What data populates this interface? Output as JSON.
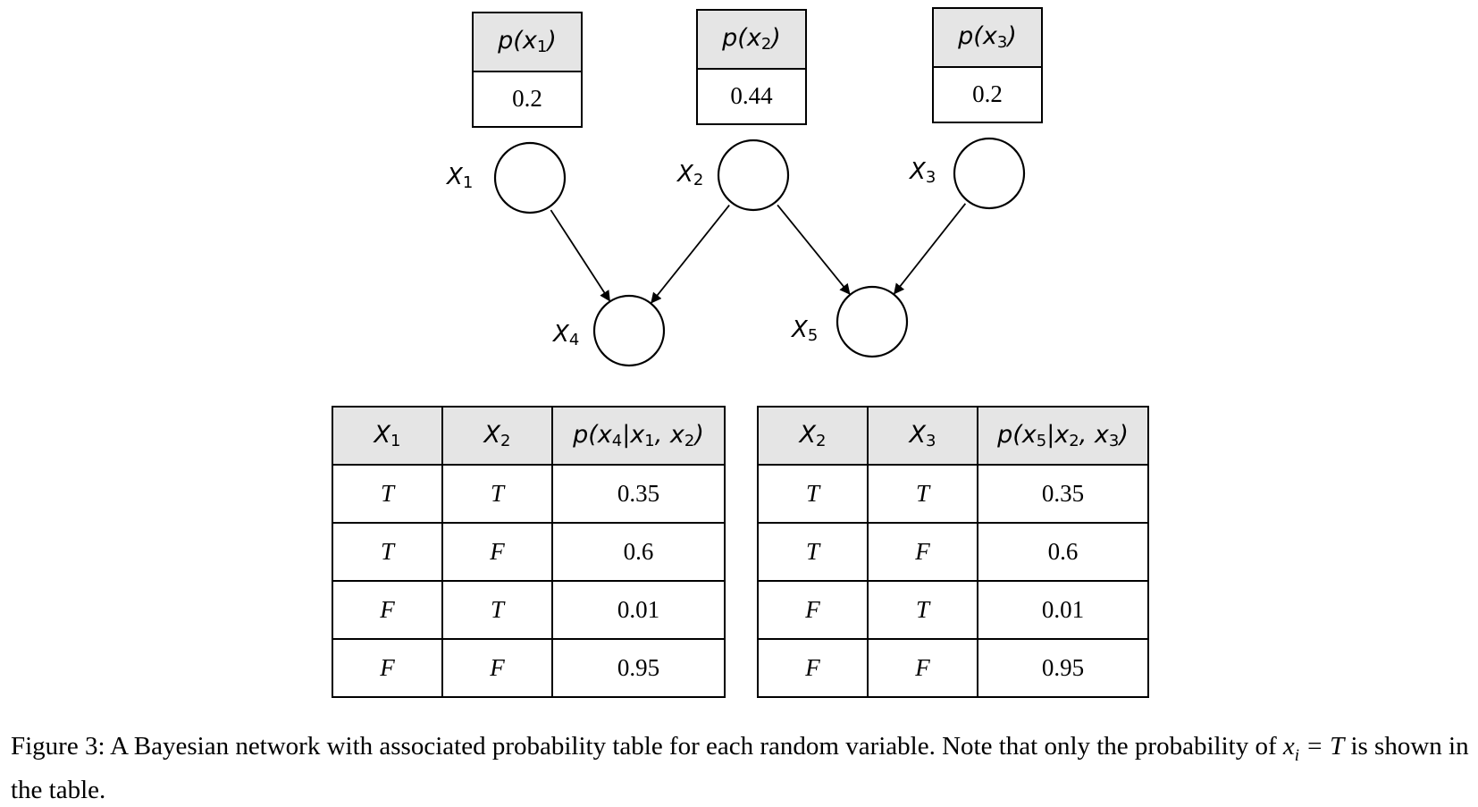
{
  "priors": [
    {
      "name": "x1",
      "header_func": "p",
      "header_var": "x",
      "header_sub": "1",
      "value": "0.2"
    },
    {
      "name": "x2",
      "header_func": "p",
      "header_var": "x",
      "header_sub": "2",
      "value": "0.44"
    },
    {
      "name": "x3",
      "header_func": "p",
      "header_var": "x",
      "header_sub": "3",
      "value": "0.2"
    }
  ],
  "nodes": [
    {
      "id": "X1",
      "letter": "X",
      "sub": "1"
    },
    {
      "id": "X2",
      "letter": "X",
      "sub": "2"
    },
    {
      "id": "X3",
      "letter": "X",
      "sub": "3"
    },
    {
      "id": "X4",
      "letter": "X",
      "sub": "4"
    },
    {
      "id": "X5",
      "letter": "X",
      "sub": "5"
    }
  ],
  "edges": [
    {
      "from": "X1",
      "to": "X4"
    },
    {
      "from": "X2",
      "to": "X4"
    },
    {
      "from": "X2",
      "to": "X5"
    },
    {
      "from": "X3",
      "to": "X5"
    }
  ],
  "cpt_x4": {
    "col1": {
      "letter": "X",
      "sub": "1"
    },
    "col2": {
      "letter": "X",
      "sub": "2"
    },
    "col3": {
      "prefix": "p(x",
      "s1": "4",
      "mid1": "|x",
      "s2": "1",
      "mid2": ", x",
      "s3": "2",
      "suffix": ")"
    },
    "rows": [
      {
        "a": "T",
        "b": "T",
        "p": "0.35"
      },
      {
        "a": "T",
        "b": "F",
        "p": "0.6"
      },
      {
        "a": "F",
        "b": "T",
        "p": "0.01"
      },
      {
        "a": "F",
        "b": "F",
        "p": "0.95"
      }
    ]
  },
  "cpt_x5": {
    "col1": {
      "letter": "X",
      "sub": "2"
    },
    "col2": {
      "letter": "X",
      "sub": "3"
    },
    "col3": {
      "prefix": "p(x",
      "s1": "5",
      "mid1": "|x",
      "s2": "2",
      "mid2": ", x",
      "s3": "3",
      "suffix": ")"
    },
    "rows": [
      {
        "a": "T",
        "b": "T",
        "p": "0.35"
      },
      {
        "a": "T",
        "b": "F",
        "p": "0.6"
      },
      {
        "a": "F",
        "b": "T",
        "p": "0.01"
      },
      {
        "a": "F",
        "b": "F",
        "p": "0.95"
      }
    ]
  },
  "caption": {
    "text": "Figure 3: A Bayesian network with associated probability table for each random variable. Note that only the probability of ",
    "eq": "x",
    "eq_sub": "i",
    "eq_rest": " = T",
    "tail": " is shown in the table."
  }
}
